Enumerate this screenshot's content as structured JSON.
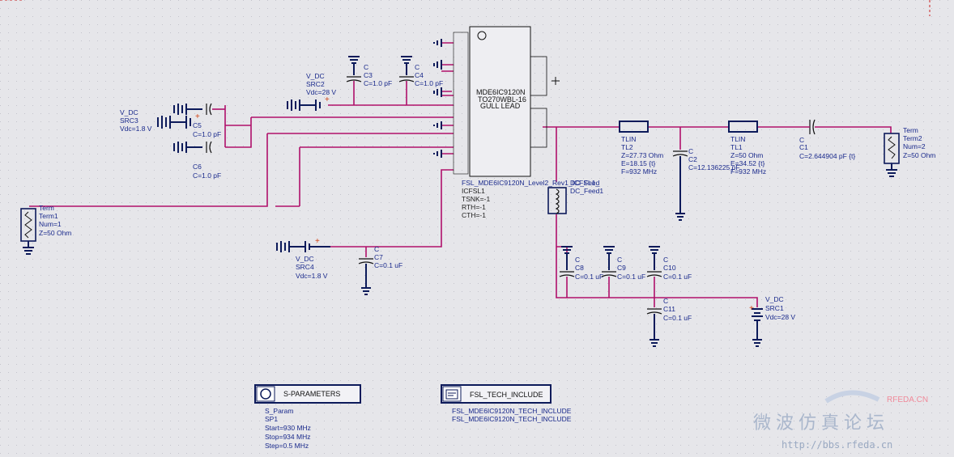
{
  "colors": {
    "background": "#e6e6ea",
    "wire": "#b0106a",
    "symbol": "#0c1a5a",
    "label": "#1a2a8c"
  },
  "ic": {
    "name": "MDE6IC9120N",
    "package": "TO270WBL-16",
    "lead": "GULL LEAD",
    "instance": "FSL_MDE6IC9120N_Level2_Rev1_ICFSL1_",
    "inst_name": "ICFSL1",
    "p1": "TSNK=-1",
    "p2": "RTH=-1",
    "p3": "CTH=-1"
  },
  "term1": {
    "type": "Term",
    "name": "Term1",
    "num": "Num=1",
    "z": "Z=50 Ohm"
  },
  "term2": {
    "type": "Term",
    "name": "Term2",
    "num": "Num=2",
    "z": "Z=50 Ohm"
  },
  "src3": {
    "type": "V_DC",
    "name": "SRC3",
    "v": "Vdc=1.8 V"
  },
  "src2": {
    "type": "V_DC",
    "name": "SRC2",
    "v": "Vdc=28 V"
  },
  "src4": {
    "type": "V_DC",
    "name": "SRC4",
    "v": "Vdc=1.8 V"
  },
  "src1": {
    "type": "V_DC",
    "name": "SRC1",
    "v": "Vdc=28 V"
  },
  "c3": {
    "type": "C",
    "name": "C3",
    "v": "C=1.0 pF"
  },
  "c4": {
    "type": "C",
    "name": "C4",
    "v": "C=1.0 pF"
  },
  "c5": {
    "type": "C",
    "name": "C5",
    "v": "C=1.0 pF"
  },
  "c6": {
    "type": "C",
    "name": "C6",
    "v": "C=1.0 pF"
  },
  "c7": {
    "type": "C",
    "name": "C7",
    "v": "C=0.1 uF"
  },
  "c8": {
    "type": "C",
    "name": "C8",
    "v": "C=0.1 uF"
  },
  "c9": {
    "type": "C",
    "name": "C9",
    "v": "C=0.1 uF"
  },
  "c10": {
    "type": "C",
    "name": "C10",
    "v": "C=0.1 uF"
  },
  "c11": {
    "type": "C",
    "name": "C11",
    "v": "C=0.1 uF"
  },
  "c2": {
    "type": "C",
    "name": "C2",
    "v": "C=12.136225 pF"
  },
  "c1": {
    "type": "C",
    "name": "C1",
    "v": "C=2.644904 pF {t}"
  },
  "tl2": {
    "type": "TLIN",
    "name": "TL2",
    "z": "Z=27.73 Ohm",
    "e": "E=18.15 {t}",
    "f": "F=932 MHz"
  },
  "tl1": {
    "type": "TLIN",
    "name": "TL1",
    "z": "Z=50 Ohm",
    "e": "E=34.52 {t}",
    "f": "F=932 MHz"
  },
  "dcfeed": {
    "type": "DC_Feed",
    "name": "DC_Feed1"
  },
  "sparam": {
    "title": "S-PARAMETERS",
    "type": "S_Param",
    "name": "SP1",
    "start": "Start=930 MHz",
    "stop": "Stop=934 MHz",
    "step": "Step=0.5 MHz"
  },
  "tech": {
    "title": "FSL_TECH_INCLUDE",
    "l1": "FSL_MDE6IC9120N_TECH_INCLUDE",
    "l2": "FSL_MDE6IC9120N_TECH_INCLUDE"
  },
  "watermark": {
    "top": "RFEDA.CN",
    "cn": "微波仿真论坛",
    "url": "http://bbs.rfeda.cn"
  }
}
